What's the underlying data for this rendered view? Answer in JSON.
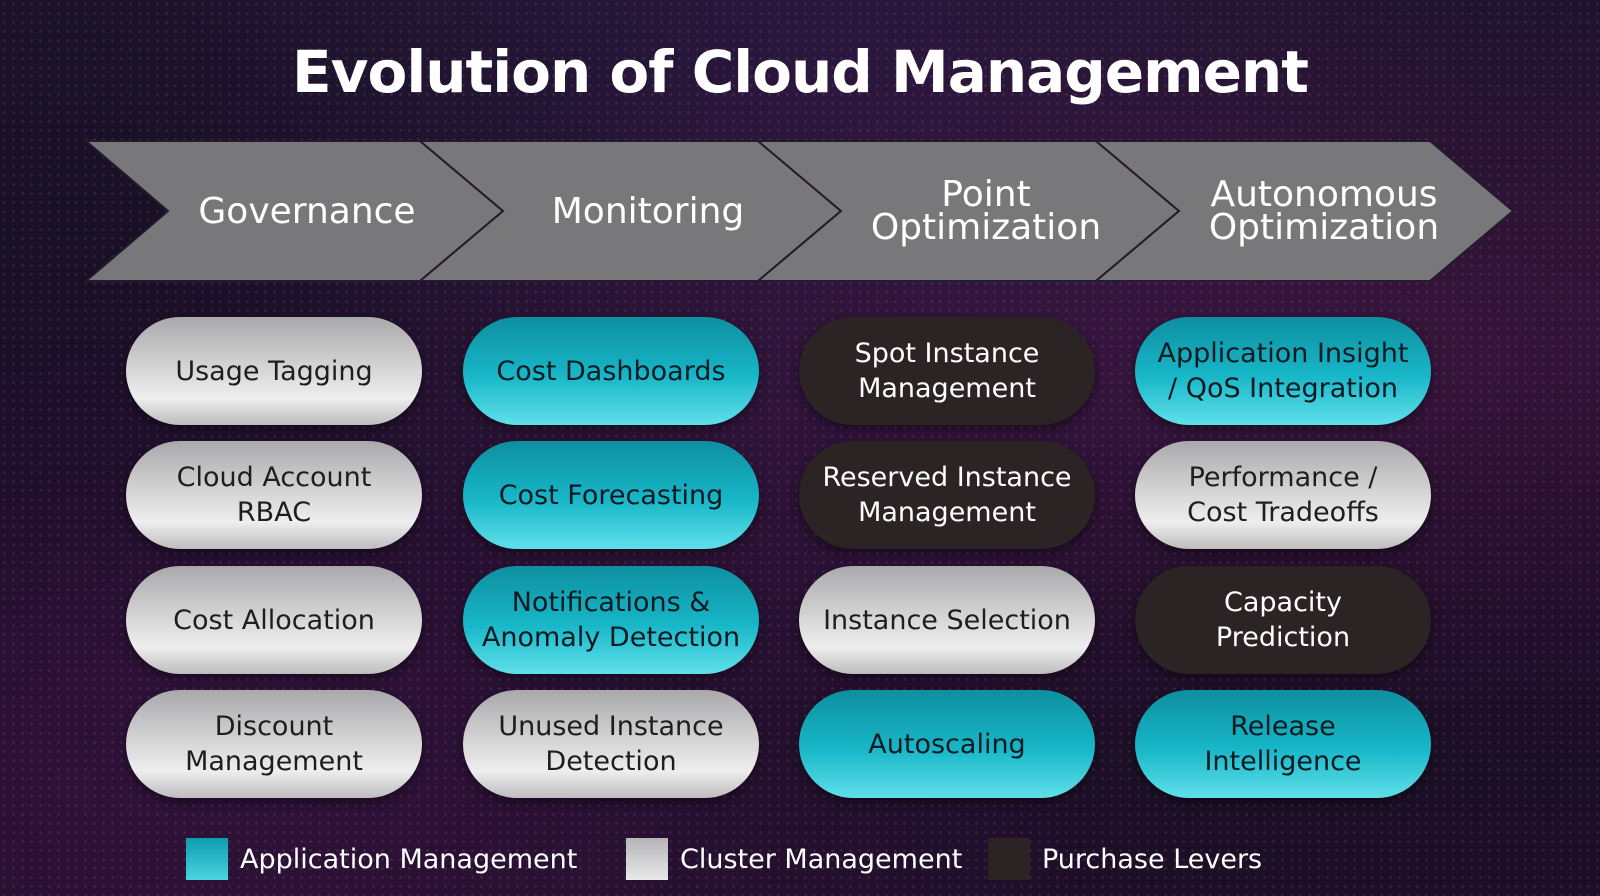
{
  "title": "Evolution of Cloud Management",
  "colors": {
    "application": "#18b7c8",
    "cluster": "#d3d3d4",
    "purchase": "#2c2324",
    "chevron": "#777779"
  },
  "phases": [
    {
      "label": "Governance",
      "items": [
        {
          "label": "Usage Tagging",
          "category": "cluster"
        },
        {
          "label": "Cloud Account\nRBAC",
          "category": "cluster"
        },
        {
          "label": "Cost Allocation",
          "category": "cluster"
        },
        {
          "label": "Discount\nManagement",
          "category": "cluster"
        }
      ]
    },
    {
      "label": "Monitoring",
      "items": [
        {
          "label": "Cost Dashboards",
          "category": "application"
        },
        {
          "label": "Cost Forecasting",
          "category": "application"
        },
        {
          "label": "Notifications &\nAnomaly Detection",
          "category": "application"
        },
        {
          "label": "Unused Instance\nDetection",
          "category": "cluster"
        }
      ]
    },
    {
      "label": "Point\nOptimization",
      "items": [
        {
          "label": "Spot Instance\nManagement",
          "category": "purchase"
        },
        {
          "label": "Reserved Instance\nManagement",
          "category": "purchase"
        },
        {
          "label": "Instance Selection",
          "category": "cluster"
        },
        {
          "label": "Autoscaling",
          "category": "application"
        }
      ]
    },
    {
      "label": "Autonomous\nOptimization",
      "items": [
        {
          "label": "Application Insight\n/ QoS Integration",
          "category": "application"
        },
        {
          "label": "Performance /\nCost Tradeoffs",
          "category": "cluster"
        },
        {
          "label": "Capacity\nPrediction",
          "category": "purchase"
        },
        {
          "label": "Release\nIntelligence",
          "category": "application"
        }
      ]
    }
  ],
  "legend": [
    {
      "label": "Application Management",
      "category": "application"
    },
    {
      "label": "Cluster Management",
      "category": "cluster"
    },
    {
      "label": "Purchase Levers",
      "category": "purchase"
    }
  ]
}
